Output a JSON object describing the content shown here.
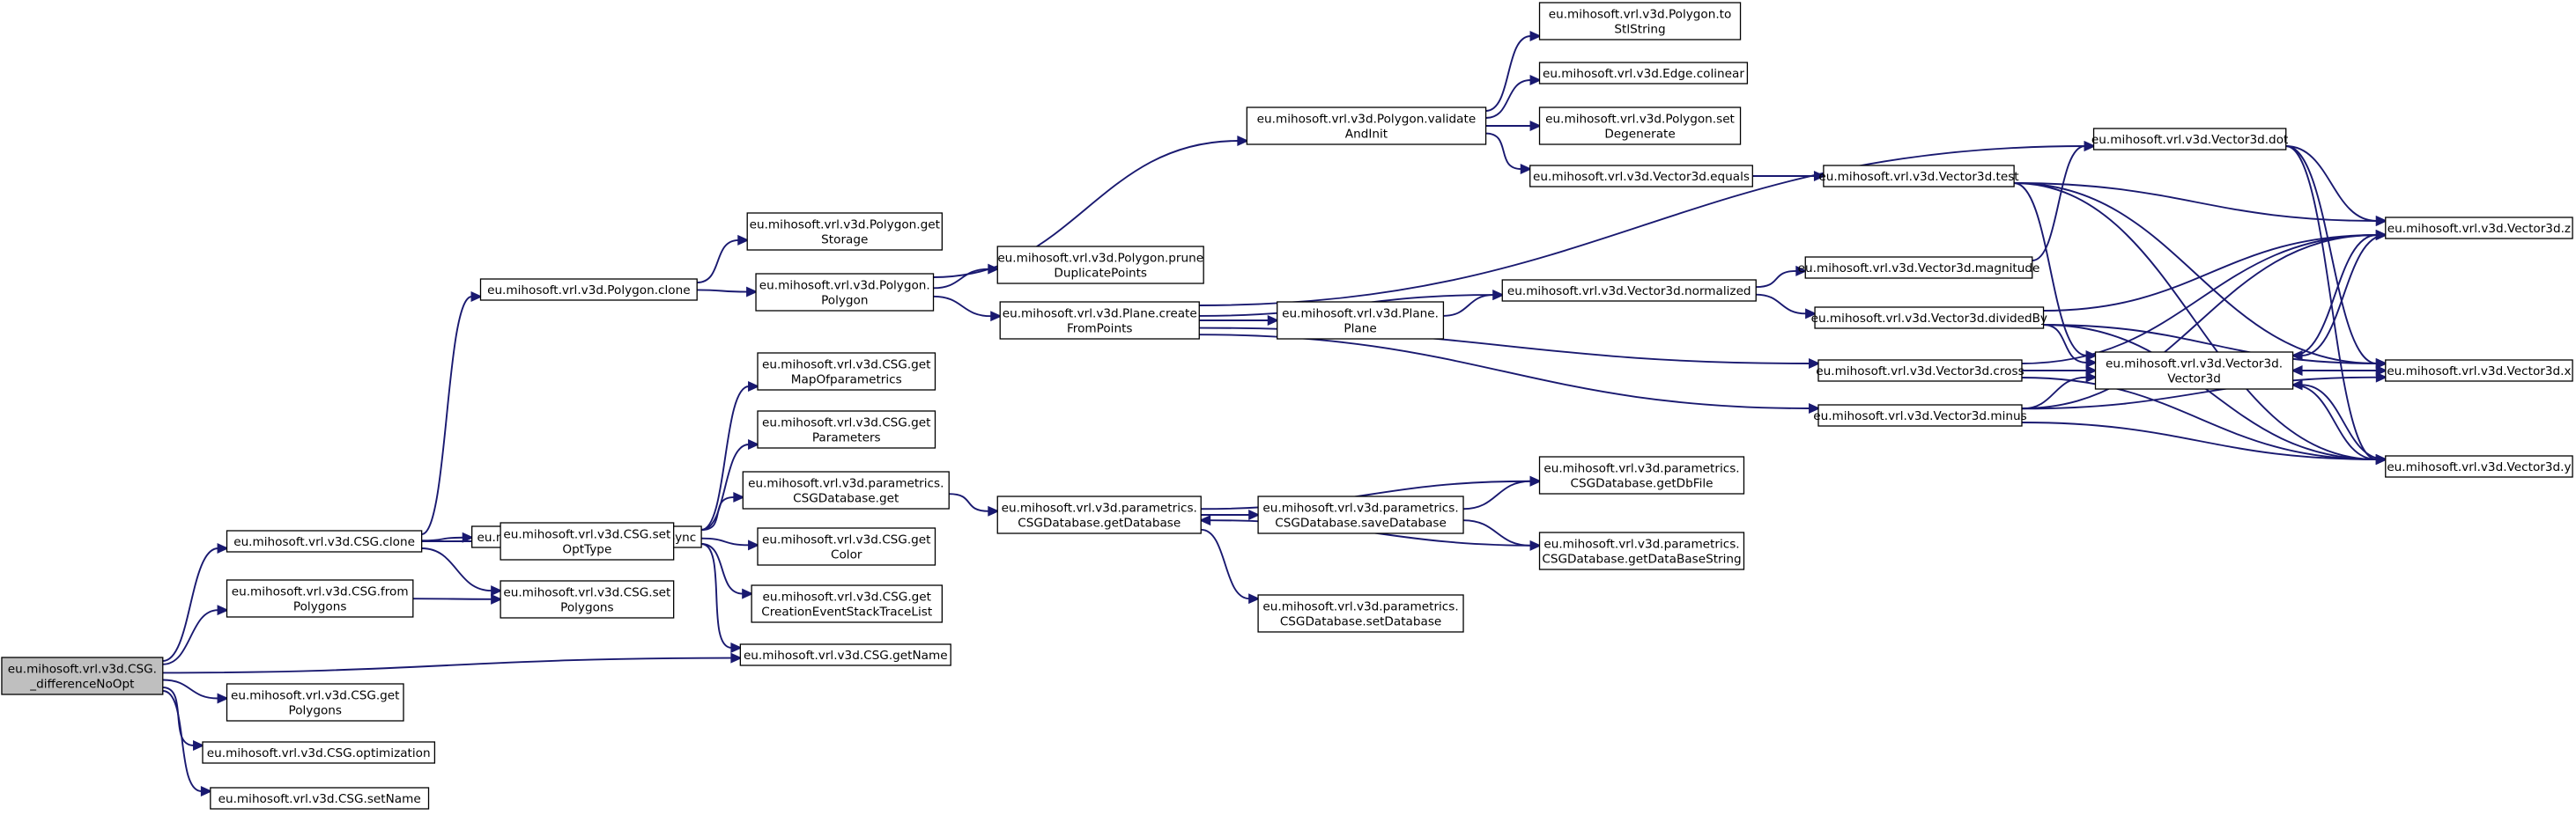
{
  "graph": {
    "root": "csg_diff",
    "nodes": [
      {
        "id": "csg_diff",
        "lines": [
          "eu.mihosoft.vrl.v3d.CSG.",
          "_differenceNoOpt"
        ]
      },
      {
        "id": "csg_clone",
        "lines": [
          "eu.mihosoft.vrl.v3d.CSG.clone"
        ]
      },
      {
        "id": "csg_fromPolygons",
        "lines": [
          "eu.mihosoft.vrl.v3d.CSG.from",
          "Polygons"
        ]
      },
      {
        "id": "csg_getPolygons",
        "lines": [
          "eu.mihosoft.vrl.v3d.CSG.get",
          "Polygons"
        ]
      },
      {
        "id": "csg_optimization",
        "lines": [
          "eu.mihosoft.vrl.v3d.CSG.optimization"
        ]
      },
      {
        "id": "csg_setName",
        "lines": [
          "eu.mihosoft.vrl.v3d.CSG.setName"
        ]
      },
      {
        "id": "poly_clone",
        "lines": [
          "eu.mihosoft.vrl.v3d.Polygon.clone"
        ]
      },
      {
        "id": "csg_historySync",
        "lines": [
          "eu.mihosoft.vrl.v3d.CSG.historySync"
        ]
      },
      {
        "id": "csg_setOptType",
        "lines": [
          "eu.mihosoft.vrl.v3d.CSG.set",
          "OptType"
        ]
      },
      {
        "id": "csg_setPolygons",
        "lines": [
          "eu.mihosoft.vrl.v3d.CSG.set",
          "Polygons"
        ]
      },
      {
        "id": "csg_getName",
        "lines": [
          "eu.mihosoft.vrl.v3d.CSG.getName"
        ]
      },
      {
        "id": "poly_getStorage",
        "lines": [
          "eu.mihosoft.vrl.v3d.Polygon.get",
          "Storage"
        ]
      },
      {
        "id": "poly_polygon",
        "lines": [
          "eu.mihosoft.vrl.v3d.Polygon.",
          "Polygon"
        ]
      },
      {
        "id": "csg_getMap",
        "lines": [
          "eu.mihosoft.vrl.v3d.CSG.get",
          "MapOfparametrics"
        ]
      },
      {
        "id": "csg_getParams",
        "lines": [
          "eu.mihosoft.vrl.v3d.CSG.get",
          "Parameters"
        ]
      },
      {
        "id": "db_get",
        "lines": [
          "eu.mihosoft.vrl.v3d.parametrics.",
          "CSGDatabase.get"
        ]
      },
      {
        "id": "csg_getColor",
        "lines": [
          "eu.mihosoft.vrl.v3d.CSG.get",
          "Color"
        ]
      },
      {
        "id": "csg_getCreation",
        "lines": [
          "eu.mihosoft.vrl.v3d.CSG.get",
          "CreationEventStackTraceList"
        ]
      },
      {
        "id": "poly_validate",
        "lines": [
          "eu.mihosoft.vrl.v3d.Polygon.validate",
          "AndInit"
        ]
      },
      {
        "id": "poly_prune",
        "lines": [
          "eu.mihosoft.vrl.v3d.Polygon.prune",
          "DuplicatePoints"
        ]
      },
      {
        "id": "plane_create",
        "lines": [
          "eu.mihosoft.vrl.v3d.Plane.create",
          "FromPoints"
        ]
      },
      {
        "id": "db_getDatabase",
        "lines": [
          "eu.mihosoft.vrl.v3d.parametrics.",
          "CSGDatabase.getDatabase"
        ]
      },
      {
        "id": "poly_toStl",
        "lines": [
          "eu.mihosoft.vrl.v3d.Polygon.to",
          "StlString"
        ]
      },
      {
        "id": "edge_colinear",
        "lines": [
          "eu.mihosoft.vrl.v3d.Edge.colinear"
        ]
      },
      {
        "id": "poly_setDeg",
        "lines": [
          "eu.mihosoft.vrl.v3d.Polygon.set",
          "Degenerate"
        ]
      },
      {
        "id": "v_equals",
        "lines": [
          "eu.mihosoft.vrl.v3d.Vector3d.equals"
        ]
      },
      {
        "id": "plane_plane",
        "lines": [
          "eu.mihosoft.vrl.v3d.Plane.",
          "Plane"
        ]
      },
      {
        "id": "db_save",
        "lines": [
          "eu.mihosoft.vrl.v3d.parametrics.",
          "CSGDatabase.saveDatabase"
        ]
      },
      {
        "id": "db_set",
        "lines": [
          "eu.mihosoft.vrl.v3d.parametrics.",
          "CSGDatabase.setDatabase"
        ]
      },
      {
        "id": "db_getDbFile",
        "lines": [
          "eu.mihosoft.vrl.v3d.parametrics.",
          "CSGDatabase.getDbFile"
        ]
      },
      {
        "id": "db_getString",
        "lines": [
          "eu.mihosoft.vrl.v3d.parametrics.",
          "CSGDatabase.getDataBaseString"
        ]
      },
      {
        "id": "v_test",
        "lines": [
          "eu.mihosoft.vrl.v3d.Vector3d.test"
        ]
      },
      {
        "id": "v_magnitude",
        "lines": [
          "eu.mihosoft.vrl.v3d.Vector3d.magnitude"
        ]
      },
      {
        "id": "v_normalized",
        "lines": [
          "eu.mihosoft.vrl.v3d.Vector3d.normalized"
        ]
      },
      {
        "id": "v_dividedBy",
        "lines": [
          "eu.mihosoft.vrl.v3d.Vector3d.dividedBy"
        ]
      },
      {
        "id": "v_cross",
        "lines": [
          "eu.mihosoft.vrl.v3d.Vector3d.cross"
        ]
      },
      {
        "id": "v_minus",
        "lines": [
          "eu.mihosoft.vrl.v3d.Vector3d.minus"
        ]
      },
      {
        "id": "v_dot",
        "lines": [
          "eu.mihosoft.vrl.v3d.Vector3d.dot"
        ]
      },
      {
        "id": "v_ctor",
        "lines": [
          "eu.mihosoft.vrl.v3d.Vector3d.",
          "Vector3d"
        ]
      },
      {
        "id": "v_z",
        "lines": [
          "eu.mihosoft.vrl.v3d.Vector3d.z"
        ]
      },
      {
        "id": "v_x",
        "lines": [
          "eu.mihosoft.vrl.v3d.Vector3d.x"
        ]
      },
      {
        "id": "v_y",
        "lines": [
          "eu.mihosoft.vrl.v3d.Vector3d.y"
        ]
      }
    ],
    "edges": [
      [
        "csg_diff",
        "csg_clone"
      ],
      [
        "csg_diff",
        "csg_fromPolygons"
      ],
      [
        "csg_diff",
        "csg_getName"
      ],
      [
        "csg_diff",
        "csg_getPolygons"
      ],
      [
        "csg_diff",
        "csg_optimization"
      ],
      [
        "csg_diff",
        "csg_setName"
      ],
      [
        "csg_clone",
        "poly_clone"
      ],
      [
        "csg_clone",
        "csg_historySync"
      ],
      [
        "csg_clone",
        "csg_setOptType"
      ],
      [
        "csg_clone",
        "csg_setPolygons"
      ],
      [
        "csg_fromPolygons",
        "csg_setPolygons"
      ],
      [
        "poly_clone",
        "poly_getStorage"
      ],
      [
        "poly_clone",
        "poly_polygon"
      ],
      [
        "csg_historySync",
        "csg_getMap"
      ],
      [
        "csg_historySync",
        "csg_getParams"
      ],
      [
        "csg_historySync",
        "db_get"
      ],
      [
        "csg_historySync",
        "csg_getColor"
      ],
      [
        "csg_historySync",
        "csg_getCreation"
      ],
      [
        "csg_historySync",
        "csg_getName"
      ],
      [
        "poly_polygon",
        "poly_validate"
      ],
      [
        "poly_polygon",
        "poly_prune"
      ],
      [
        "poly_polygon",
        "plane_create"
      ],
      [
        "db_get",
        "db_getDatabase"
      ],
      [
        "poly_validate",
        "poly_toStl"
      ],
      [
        "poly_validate",
        "edge_colinear"
      ],
      [
        "poly_validate",
        "poly_setDeg"
      ],
      [
        "poly_validate",
        "v_equals"
      ],
      [
        "plane_create",
        "plane_plane"
      ],
      [
        "plane_create",
        "v_normalized"
      ],
      [
        "plane_create",
        "v_dot"
      ],
      [
        "plane_create",
        "v_cross"
      ],
      [
        "plane_create",
        "v_minus"
      ],
      [
        "db_getDatabase",
        "db_save"
      ],
      [
        "db_getDatabase",
        "db_set"
      ],
      [
        "db_getDatabase",
        "db_getDbFile"
      ],
      [
        "db_save",
        "db_getDbFile"
      ],
      [
        "db_save",
        "db_getString"
      ],
      [
        "db_getString",
        "db_getDatabase"
      ],
      [
        "v_equals",
        "v_test"
      ],
      [
        "plane_plane",
        "v_normalized"
      ],
      [
        "v_normalized",
        "v_magnitude"
      ],
      [
        "v_normalized",
        "v_dividedBy"
      ],
      [
        "v_test",
        "v_ctor"
      ],
      [
        "v_test",
        "v_z"
      ],
      [
        "v_test",
        "v_x"
      ],
      [
        "v_test",
        "v_y"
      ],
      [
        "v_magnitude",
        "v_dot"
      ],
      [
        "v_dividedBy",
        "v_ctor"
      ],
      [
        "v_dividedBy",
        "v_x"
      ],
      [
        "v_dividedBy",
        "v_y"
      ],
      [
        "v_dividedBy",
        "v_z"
      ],
      [
        "v_cross",
        "v_ctor"
      ],
      [
        "v_cross",
        "v_x"
      ],
      [
        "v_cross",
        "v_y"
      ],
      [
        "v_cross",
        "v_z"
      ],
      [
        "v_minus",
        "v_ctor"
      ],
      [
        "v_minus",
        "v_x"
      ],
      [
        "v_minus",
        "v_y"
      ],
      [
        "v_minus",
        "v_z"
      ],
      [
        "v_dot",
        "v_x"
      ],
      [
        "v_dot",
        "v_y"
      ],
      [
        "v_dot",
        "v_z"
      ],
      [
        "v_ctor",
        "v_z"
      ],
      [
        "v_ctor",
        "v_x"
      ],
      [
        "v_ctor",
        "v_y"
      ],
      [
        "v_x",
        "v_ctor"
      ],
      [
        "v_y",
        "v_ctor"
      ],
      [
        "v_z",
        "v_ctor"
      ]
    ]
  }
}
